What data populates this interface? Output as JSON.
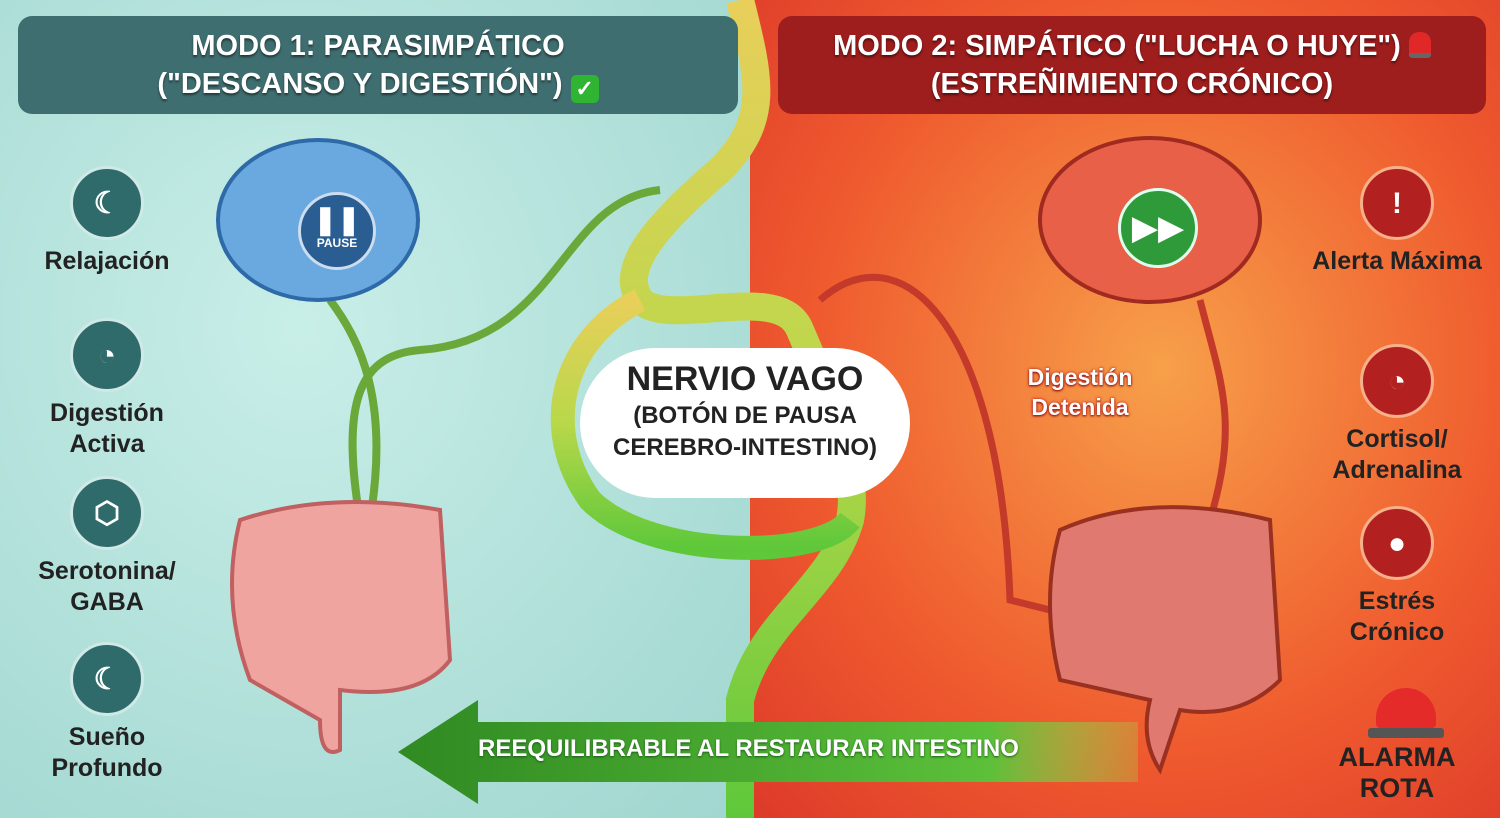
{
  "header_left": {
    "line1": "MODO 1: PARASIMPÁTICO",
    "line2": "(\"DESCANSO Y DIGESTIÓN\")",
    "icon": "check-icon"
  },
  "header_right": {
    "line1": "MODO 2: SIMPÁTICO (\"LUCHA O HUYE\")",
    "line2": "(ESTREÑIMIENTO CRÓNICO)",
    "icon": "siren-icon"
  },
  "left_items": [
    {
      "label": "Relajación",
      "icon": "moon-zzz-icon"
    },
    {
      "label": "Digestión Activa",
      "icon": "stomach-icon"
    },
    {
      "label": "Serotonina/ GABA",
      "icon": "molecule-icon"
    },
    {
      "label": "Sueño Profundo",
      "icon": "moon-zzz-icon"
    }
  ],
  "right_items": [
    {
      "label": "Alerta Máxima",
      "icon": "alarm-icon"
    },
    {
      "label": "Cortisol/ Adrenalina",
      "icon": "stomach-icon"
    },
    {
      "label": "Estrés Crónico",
      "icon": "head-icon"
    },
    {
      "label": "ALARMA ROTA",
      "icon": "siren-icon"
    }
  ],
  "center": {
    "title": "NERVIO VAGO",
    "sub1": "(BOTÓN DE PAUSA",
    "sub2": "CEREBRO-INTESTINO)"
  },
  "pause_label": "PAUSE",
  "digestion_stopped": "Digestión Detenida",
  "arrow_text": "REEQUILIBRABLE AL RESTAURAR INTESTINO",
  "colors": {
    "left_header": "#3f6e70",
    "right_header": "#9e1d1d",
    "arrow": "#3a9a2a"
  }
}
